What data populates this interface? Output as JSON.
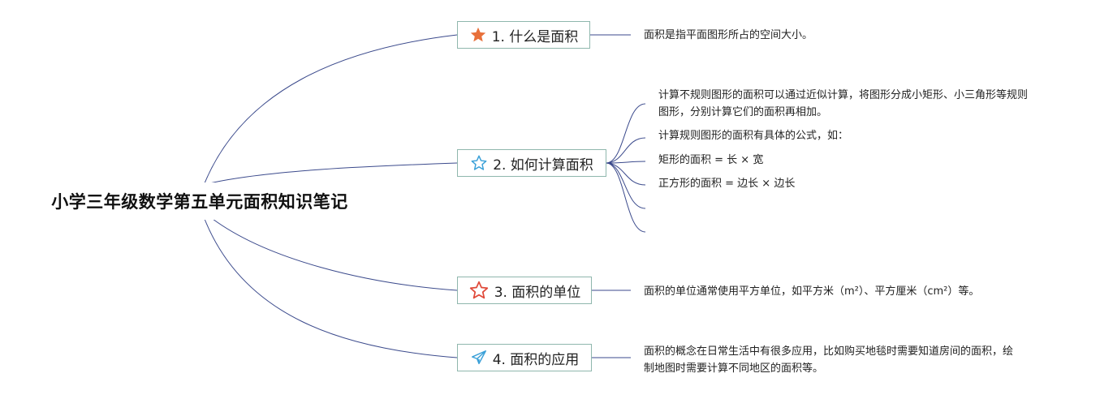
{
  "root": {
    "title": "小学三年级数学第五单元面积知识笔记"
  },
  "branches": [
    {
      "label": "1. 什么是面积",
      "icon": "star-filled-orange-icon",
      "notes": [
        "面积是指平面图形所占的空间大小。"
      ]
    },
    {
      "label": "2. 如何计算面积",
      "icon": "star-outline-blue-icon",
      "notes": [
        "计算不规则图形的面积可以通过近似计算，将图形分成小矩形、小三角形等规则",
        "图形，分别计算它们的面积再相加。",
        "计算规则图形的面积有具体的公式，如：",
        "矩形的面积 = 长 × 宽",
        "正方形的面积 = 边长 × 边长"
      ]
    },
    {
      "label": "3. 面积的单位",
      "icon": "star-outline-red-icon",
      "notes": [
        "面积的单位通常使用平方单位，如平方米（m²）、平方厘米（cm²）等。"
      ]
    },
    {
      "label": "4. 面积的应用",
      "icon": "paper-plane-icon",
      "notes": [
        "面积的概念在日常生活中有很多应用，比如购买地毯时需要知道房间的面积，绘",
        "制地图时需要计算不同地区的面积等。"
      ]
    }
  ],
  "colors": {
    "line": "#3b4a8c",
    "branch_border": "#8fb7ad",
    "star_orange": "#e8703a",
    "star_blue": "#3aa0d8",
    "star_red": "#e04a3a",
    "plane_blue": "#3aa0d8"
  }
}
